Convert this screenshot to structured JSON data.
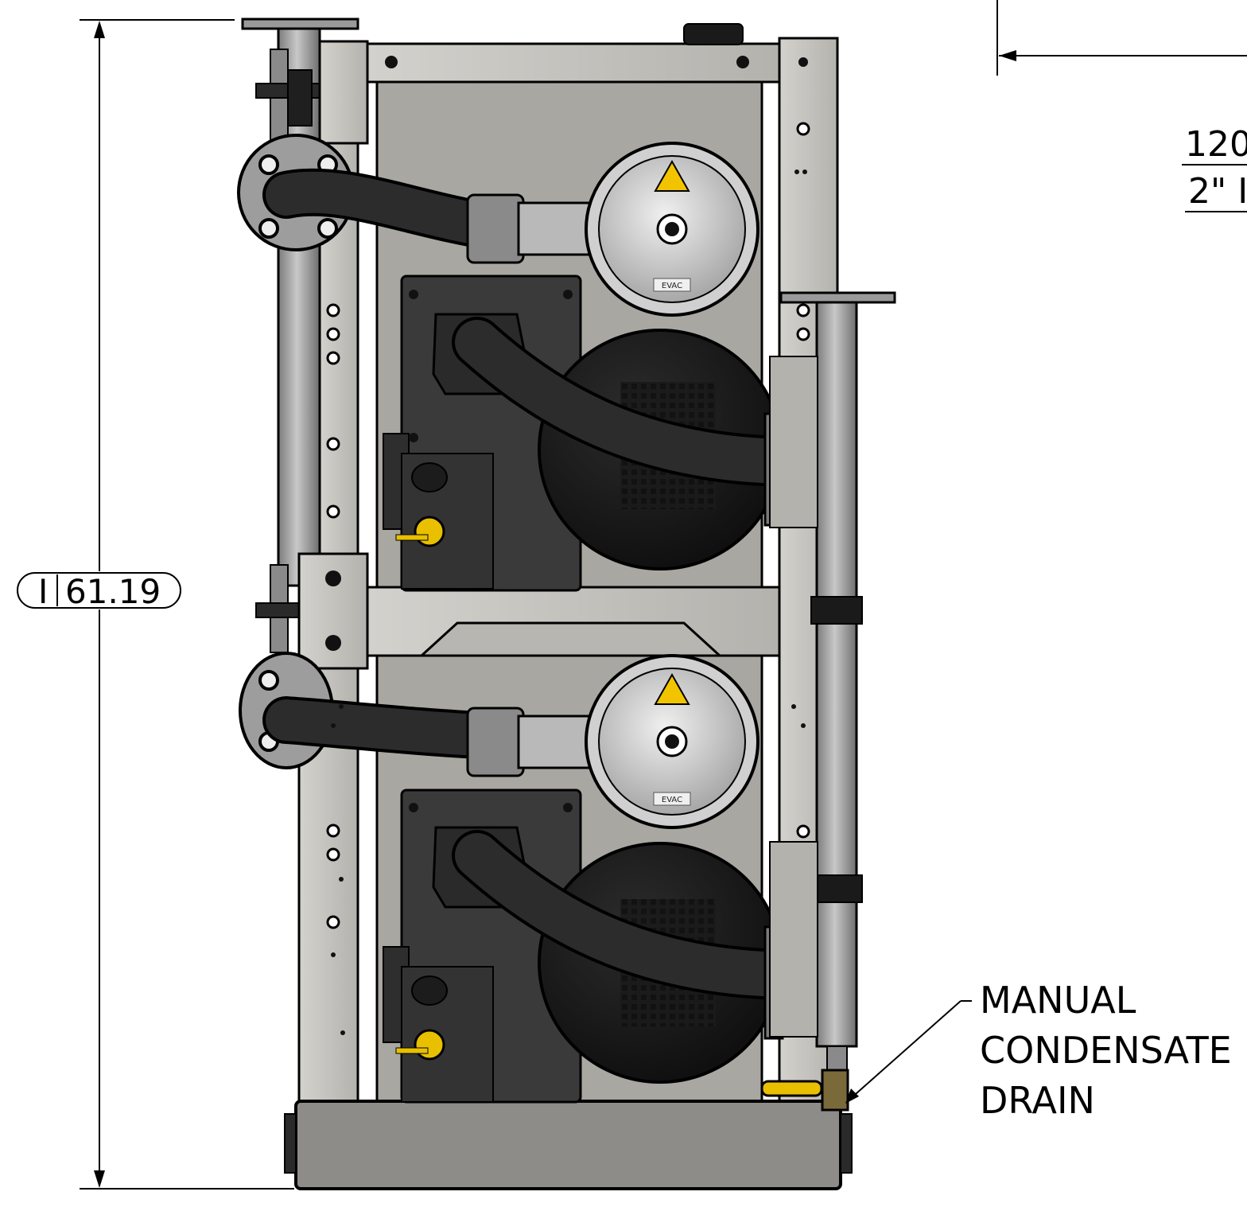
{
  "dimensions": {
    "height_value": "61.19",
    "height_prefix": "I",
    "top_right_line1": "120",
    "top_right_line2": "2\" I"
  },
  "callouts": {
    "drain_line1": "MANUAL",
    "drain_line2": "CONDENSATE",
    "drain_line3": "DRAIN"
  },
  "labels": {
    "pump_plate_top": "EVAC",
    "pump_plate_bottom": "EVAC"
  },
  "colors": {
    "frame": "#c4c2bd",
    "panel": "#a9a7a2",
    "motor": "#1c1c1c",
    "housing": "#3a3a3a",
    "filter": "#cfcfcf",
    "hose": "#2a2a2a",
    "warning": "#f2c400",
    "handle": "#e8c000"
  }
}
